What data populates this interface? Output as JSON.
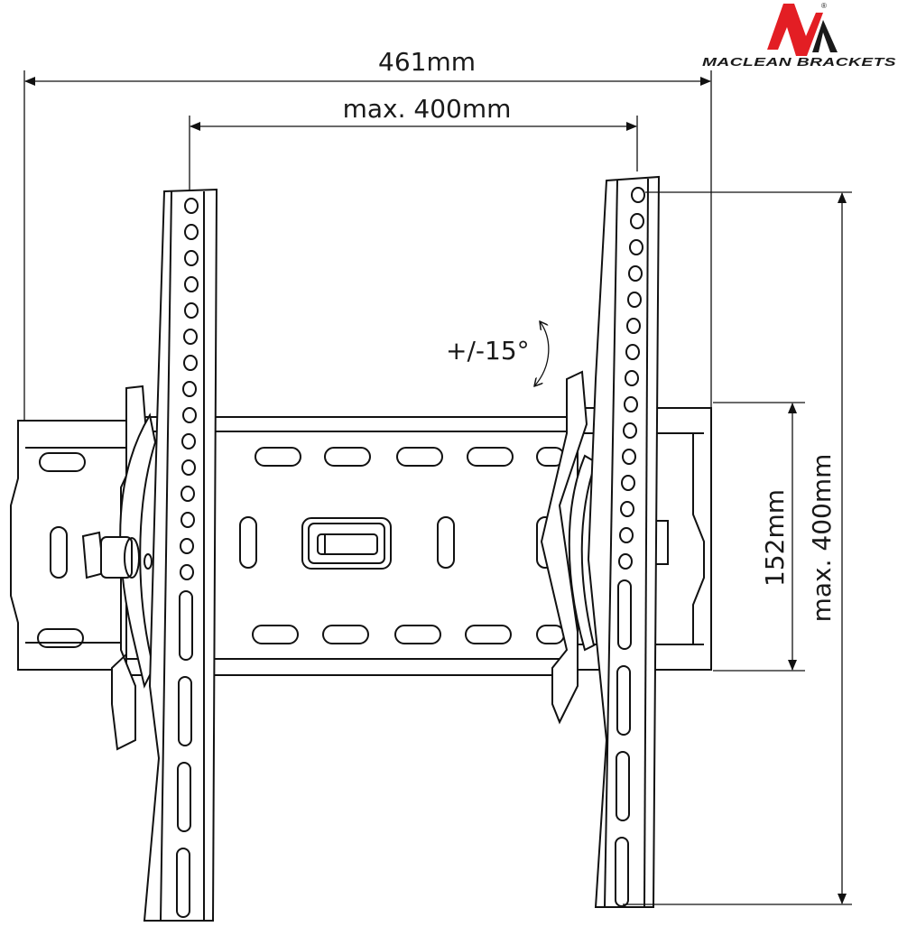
{
  "logo": {
    "brand": "MACLEAN BRACKETS",
    "registered_mark": "®",
    "colors": {
      "red": "#e31e24",
      "black": "#1a1a1a"
    }
  },
  "dimensions": {
    "overall_width": "461mm",
    "vesa_horizontal": "max. 400mm",
    "vesa_vertical": "max. 400mm",
    "wall_plate_height": "152mm",
    "tilt": "+/-15°"
  }
}
